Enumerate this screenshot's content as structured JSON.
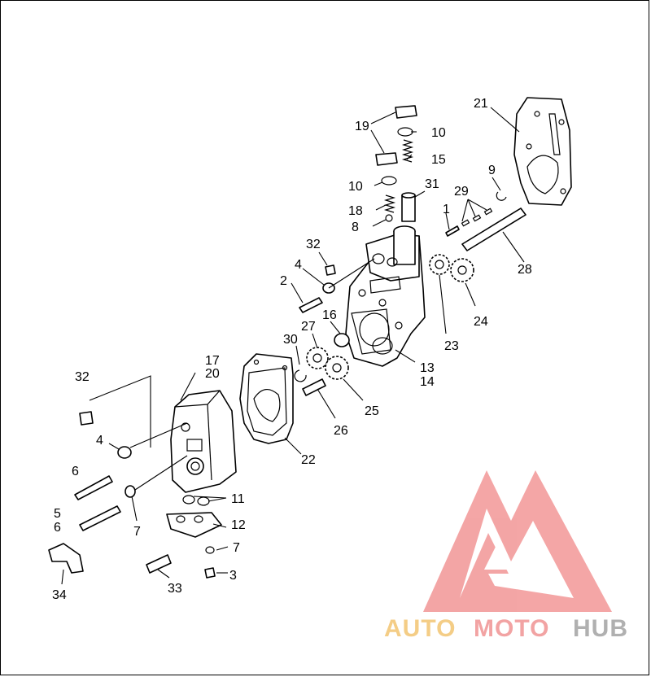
{
  "diagram": {
    "callouts": [
      {
        "id": "c1",
        "text": "1"
      },
      {
        "id": "c2",
        "text": "2"
      },
      {
        "id": "c3",
        "text": "3"
      },
      {
        "id": "c4a",
        "text": "4"
      },
      {
        "id": "c4b",
        "text": "4"
      },
      {
        "id": "c5",
        "text": "5"
      },
      {
        "id": "c6a",
        "text": "6"
      },
      {
        "id": "c6b",
        "text": "6"
      },
      {
        "id": "c7a",
        "text": "7"
      },
      {
        "id": "c7b",
        "text": "7"
      },
      {
        "id": "c8",
        "text": "8"
      },
      {
        "id": "c9",
        "text": "9"
      },
      {
        "id": "c10a",
        "text": "10"
      },
      {
        "id": "c10b",
        "text": "10"
      },
      {
        "id": "c11",
        "text": "11"
      },
      {
        "id": "c12",
        "text": "12"
      },
      {
        "id": "c13",
        "text": "13"
      },
      {
        "id": "c14",
        "text": "14"
      },
      {
        "id": "c15",
        "text": "15"
      },
      {
        "id": "c16",
        "text": "16"
      },
      {
        "id": "c17",
        "text": "17"
      },
      {
        "id": "c18",
        "text": "18"
      },
      {
        "id": "c19",
        "text": "19"
      },
      {
        "id": "c20",
        "text": "20"
      },
      {
        "id": "c21",
        "text": "21"
      },
      {
        "id": "c22",
        "text": "22"
      },
      {
        "id": "c23",
        "text": "23"
      },
      {
        "id": "c24",
        "text": "24"
      },
      {
        "id": "c25",
        "text": "25"
      },
      {
        "id": "c26",
        "text": "26"
      },
      {
        "id": "c27",
        "text": "27"
      },
      {
        "id": "c28",
        "text": "28"
      },
      {
        "id": "c29",
        "text": "29"
      },
      {
        "id": "c30",
        "text": "30"
      },
      {
        "id": "c31",
        "text": "31"
      },
      {
        "id": "c32a",
        "text": "32"
      },
      {
        "id": "c32b",
        "text": "32"
      },
      {
        "id": "c33",
        "text": "33"
      },
      {
        "id": "c34",
        "text": "34"
      }
    ]
  },
  "watermark": {
    "word_auto": "AUTO",
    "word_moto": "MOTO",
    "word_hub": "HUB",
    "colors": {
      "auto": "#f4cd86",
      "moto": "#f2a3a3",
      "hub": "#b0b0b0",
      "logo": "#f08888"
    }
  }
}
